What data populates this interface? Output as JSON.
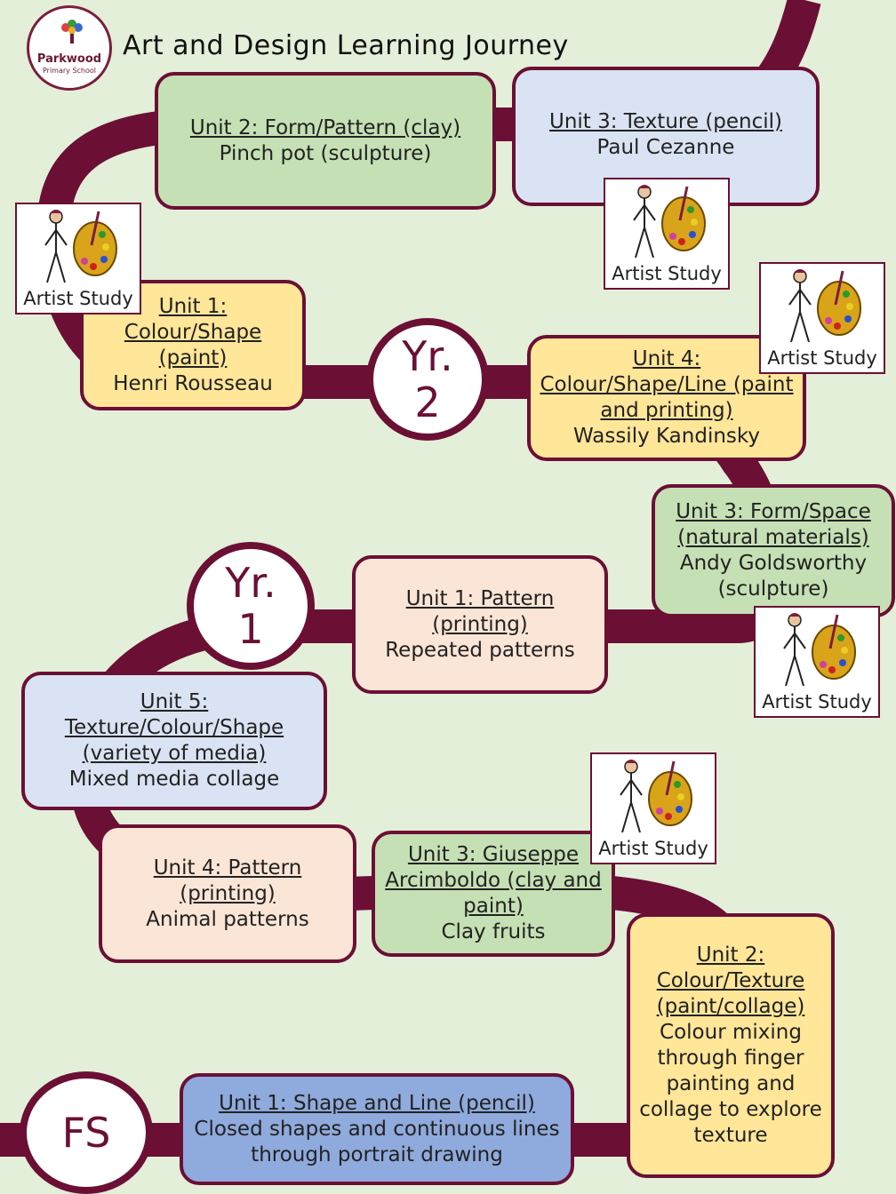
{
  "header": {
    "title": "Art and Design Learning Journey",
    "logo": {
      "line1": "Parkwood",
      "line2": "Primary School"
    }
  },
  "colors": {
    "road": "#6b0f35",
    "background": "#e3efd9",
    "green": "#c5e0b4",
    "blue": "#dae3f3",
    "yellow": "#ffe699",
    "peach": "#fbe5d6",
    "periwinkle": "#8faadc"
  },
  "markers": {
    "yr2": "Yr. 2",
    "yr1": "Yr. 1",
    "fs": "FS"
  },
  "artist_study_label": "Artist Study",
  "units": {
    "y2u2": {
      "heading": "Unit 2: Form/Pattern (clay)",
      "body": "Pinch pot (sculpture)"
    },
    "y2u3": {
      "heading": "Unit 3: Texture (pencil)",
      "body": "Paul Cezanne"
    },
    "y2u1": {
      "heading": "Unit 1: Colour/Shape (paint)",
      "body": "Henri Rousseau"
    },
    "y2u4": {
      "heading": "Unit 4: Colour/Shape/Line (paint and printing)",
      "body": "Wassily Kandinsky"
    },
    "y1u3": {
      "heading": "Unit 3: Form/Space (natural materials)",
      "body": "Andy Goldsworthy (sculpture)"
    },
    "y1u1": {
      "heading": "Unit 1: Pattern (printing)",
      "body": "Repeated patterns"
    },
    "y1u5": {
      "heading": "Unit 5: Texture/Colour/Shape (variety of media)",
      "body": "Mixed media collage"
    },
    "y1u4": {
      "heading": "Unit 4: Pattern (printing)",
      "body": "Animal patterns"
    },
    "fsu3": {
      "heading": "Unit 3: Giuseppe Arcimboldo (clay and paint)",
      "body": "Clay fruits"
    },
    "fsu2": {
      "heading": "Unit 2: Colour/Texture (paint/collage)",
      "body": "Colour mixing through finger painting and collage to explore texture"
    },
    "fsu1": {
      "heading": "Unit 1: Shape and Line (pencil)",
      "body": "Closed shapes and continuous lines through portrait drawing"
    }
  }
}
